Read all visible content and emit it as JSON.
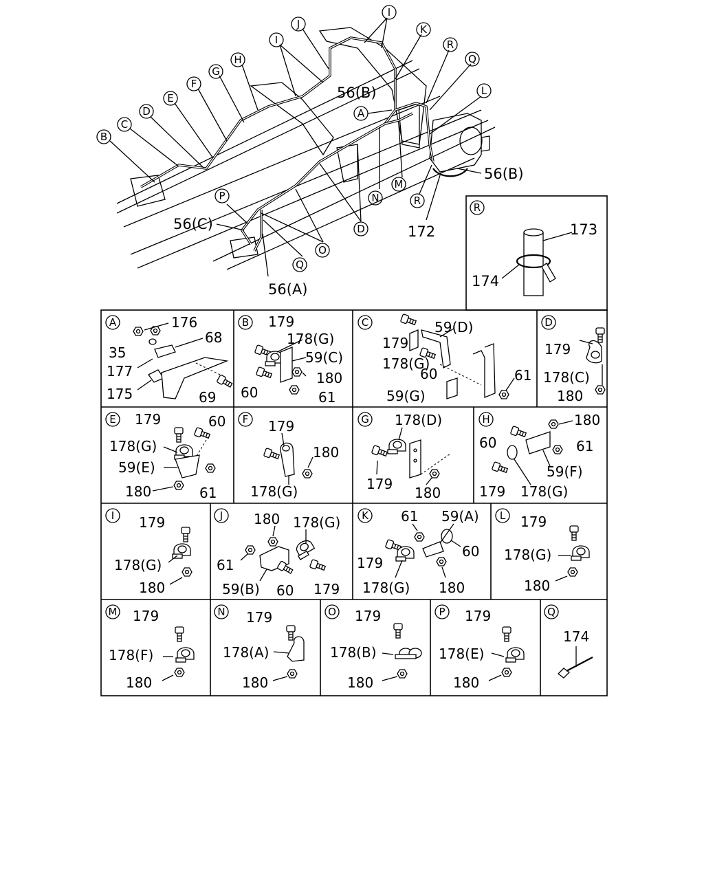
{
  "main_view": {
    "callouts": {
      "A": "A",
      "B": "B",
      "C": "C",
      "D": "D",
      "E": "E",
      "F": "F",
      "G": "G",
      "H": "H",
      "I": "I",
      "J": "J",
      "K": "K",
      "L": "L",
      "M": "M",
      "N": "N",
      "O": "O",
      "P": "P",
      "Q": "Q",
      "R": "R"
    },
    "labels": {
      "pipe_56b_top": "56(B)",
      "pipe_56b_right": "56(B)",
      "pipe_56c": "56(C)",
      "pipe_56a": "56(A)",
      "part_172": "172"
    }
  },
  "detail_R": {
    "letter": "R",
    "p173": "173",
    "p174": "174"
  },
  "detail_A": {
    "letter": "A",
    "p176": "176",
    "p68": "68",
    "p35": "35",
    "p177": "177",
    "p175": "175",
    "p69": "69"
  },
  "detail_B": {
    "letter": "B",
    "p179": "179",
    "p178": "178(G)",
    "p59": "59(C)",
    "p180": "180",
    "p60": "60",
    "p61": "61"
  },
  "detail_C": {
    "letter": "C",
    "p179": "179",
    "p59d": "59(D)",
    "p178": "178(G)",
    "p60": "60",
    "p61": "61",
    "p59g": "59(G)"
  },
  "detail_D": {
    "letter": "D",
    "p179": "179",
    "p178": "178(C)",
    "p180": "180"
  },
  "detail_E": {
    "letter": "E",
    "p179": "179",
    "p60": "60",
    "p178": "178(G)",
    "p59": "59(E)",
    "p180": "180",
    "p61": "61"
  },
  "detail_F": {
    "letter": "F",
    "p179": "179",
    "p180": "180",
    "p178": "178(G)"
  },
  "detail_G": {
    "letter": "G",
    "p178": "178(D)",
    "p179": "179",
    "p180": "180"
  },
  "detail_H": {
    "letter": "H",
    "p180": "180",
    "p60": "60",
    "p61": "61",
    "p59": "59(F)",
    "p179": "179",
    "p178": "178(G)"
  },
  "detail_I": {
    "letter": "I",
    "p179": "179",
    "p178": "178(G)",
    "p180": "180"
  },
  "detail_J": {
    "letter": "J",
    "p180": "180",
    "p178": "178(G)",
    "p61": "61",
    "p59": "59(B)",
    "p60": "60",
    "p179": "179"
  },
  "detail_K": {
    "letter": "K",
    "p61": "61",
    "p59": "59(A)",
    "p60": "60",
    "p179": "179",
    "p178": "178(G)",
    "p180": "180"
  },
  "detail_L": {
    "letter": "L",
    "p179": "179",
    "p178": "178(G)",
    "p180": "180"
  },
  "detail_M": {
    "letter": "M",
    "p179": "179",
    "p178": "178(F)",
    "p180": "180"
  },
  "detail_N": {
    "letter": "N",
    "p179": "179",
    "p178": "178(A)",
    "p180": "180"
  },
  "detail_O": {
    "letter": "O",
    "p179": "179",
    "p178": "178(B)",
    "p180": "180"
  },
  "detail_P": {
    "letter": "P",
    "p179": "179",
    "p178": "178(E)",
    "p180": "180"
  },
  "detail_Q": {
    "letter": "Q",
    "p174": "174"
  }
}
